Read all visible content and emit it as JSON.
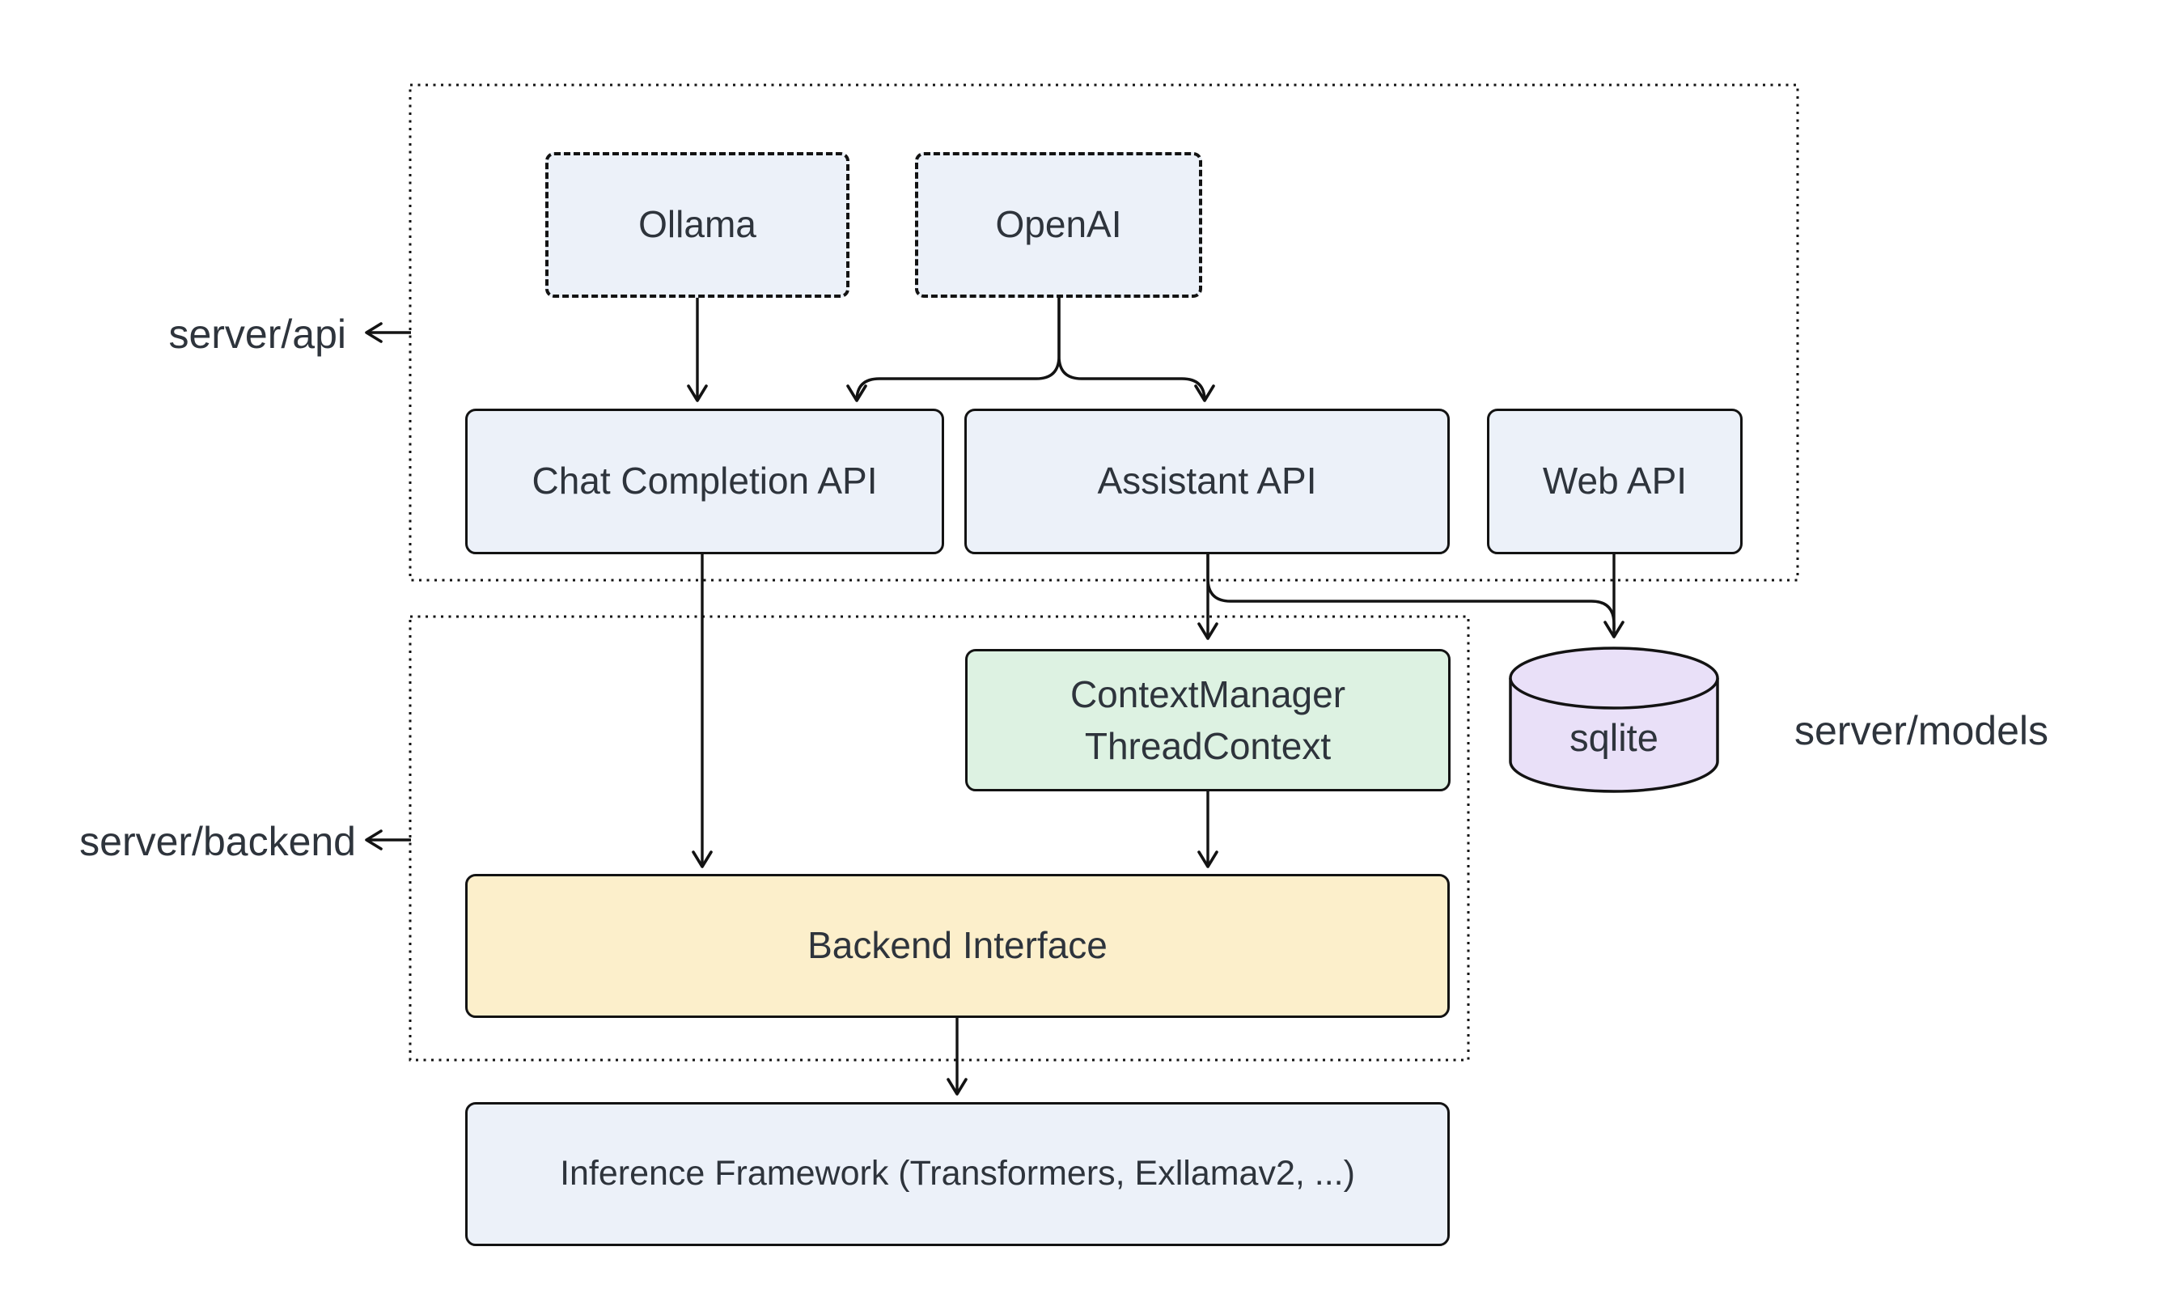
{
  "colors": {
    "background": "#ffffff",
    "node_blue": "#ecf1f9",
    "node_green": "#ddf2e2",
    "node_yellow": "#fcefcb",
    "node_purple": "#e9e0f8",
    "stroke": "#131313",
    "text": "#2e343c"
  },
  "sections": {
    "api": {
      "label": "server/api"
    },
    "backend": {
      "label": "server/backend"
    },
    "models": {
      "label": "server/models"
    }
  },
  "nodes": {
    "ollama": {
      "label": "Ollama"
    },
    "openai": {
      "label": "OpenAI"
    },
    "chat_completion_api": {
      "label": "Chat Completion API"
    },
    "assistant_api": {
      "label": "Assistant API"
    },
    "web_api": {
      "label": "Web API"
    },
    "context_manager": {
      "line1": "ContextManager",
      "line2": "ThreadContext"
    },
    "sqlite": {
      "label": "sqlite"
    },
    "backend_interface": {
      "label": "Backend Interface"
    },
    "inference_framework": {
      "label": "Inference Framework (Transformers, Exllamav2, ...)"
    }
  },
  "edges": [
    {
      "from": "Ollama",
      "to": "Chat Completion API"
    },
    {
      "from": "OpenAI",
      "to": "Chat Completion API"
    },
    {
      "from": "OpenAI",
      "to": "Assistant API"
    },
    {
      "from": "Chat Completion API",
      "to": "Backend Interface"
    },
    {
      "from": "Assistant API",
      "to": "ContextManager ThreadContext"
    },
    {
      "from": "Assistant API",
      "to": "sqlite"
    },
    {
      "from": "Web API",
      "to": "sqlite"
    },
    {
      "from": "ContextManager ThreadContext",
      "to": "Backend Interface"
    },
    {
      "from": "Backend Interface",
      "to": "Inference Framework (Transformers, Exllamav2, ...)"
    }
  ]
}
